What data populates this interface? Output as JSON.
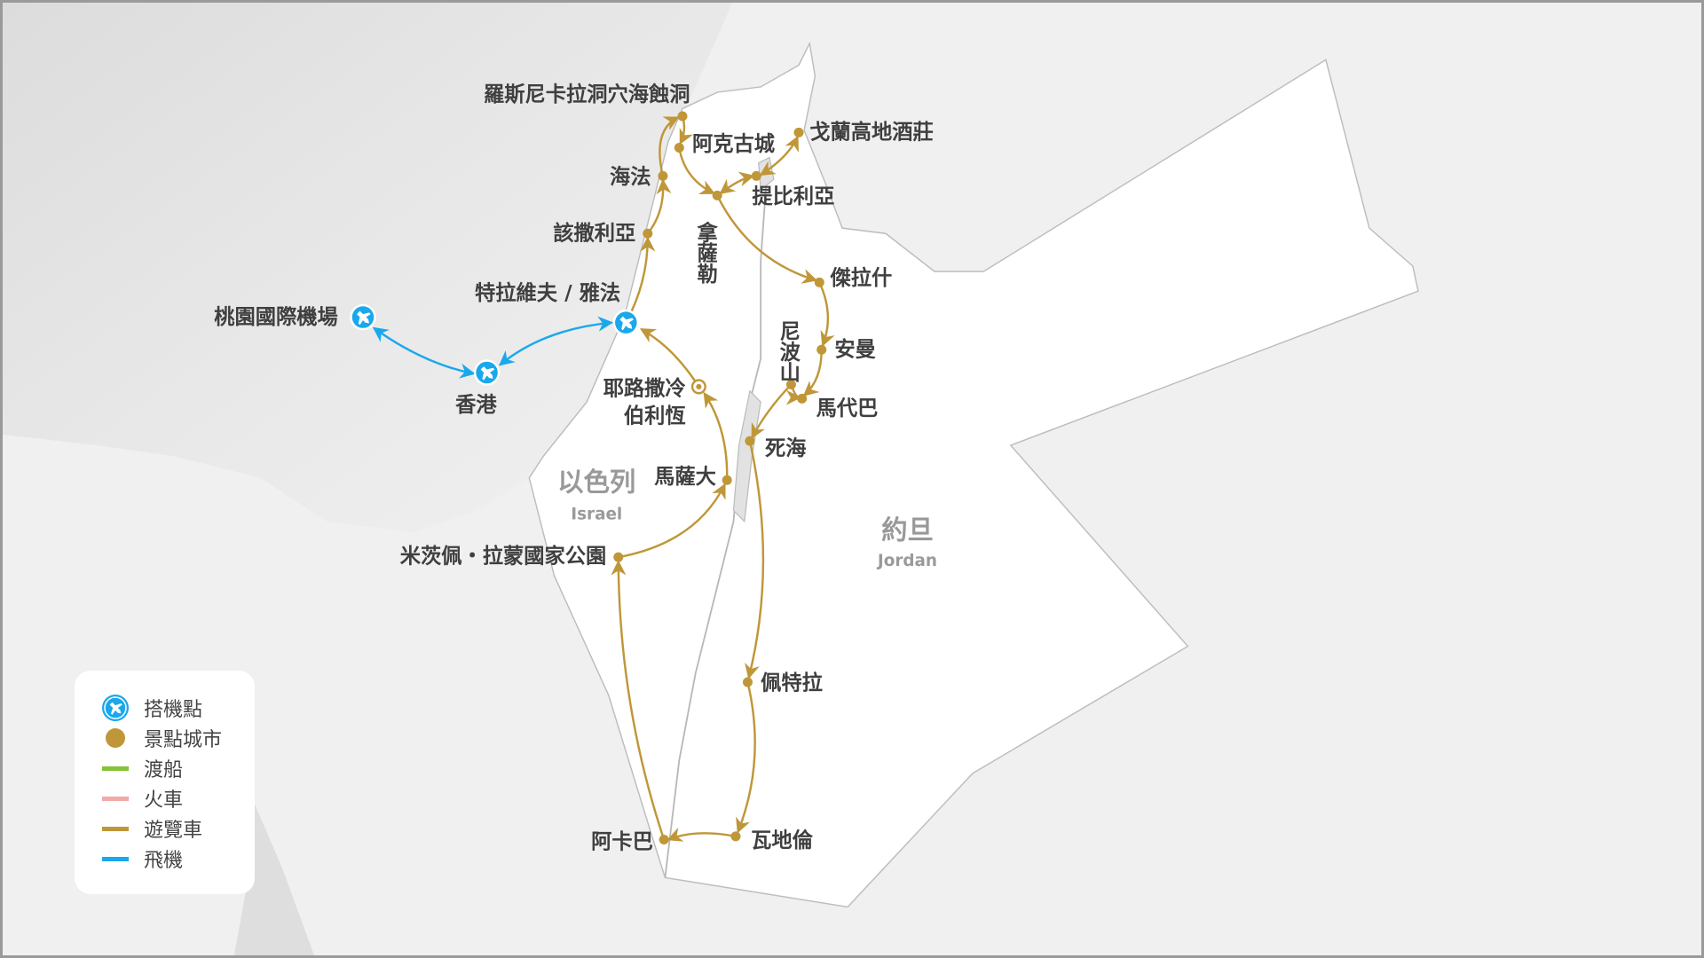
{
  "colors": {
    "route_bus": "#bf9739",
    "route_plane": "#1aa8ec",
    "ferry": "#86c23a",
    "train": "#f2a9a9",
    "land": "#ffffff",
    "sea": "#e6e6e6"
  },
  "places": {
    "taoyuan": "桃園國際機場",
    "hongkong": "香港",
    "telaviv": "特拉維夫 / 雅法",
    "caesarea": "該撒利亞",
    "haifa": "海法",
    "rosh": "羅斯尼卡拉洞穴海蝕洞",
    "acre": "阿克古城",
    "nazareth": "拿薩勒",
    "tiberias": "提比利亞",
    "golan": "戈蘭高地酒莊",
    "jerash": "傑拉什",
    "amman": "安曼",
    "nebo": "尼波山",
    "madaba": "馬代巴",
    "deadsea": "死海",
    "jerusalem_1": "耶路撒冷",
    "jerusalem_2": "伯利恆",
    "masada": "馬薩大",
    "mitzpe": "米茨佩・拉蒙國家公園",
    "petra": "佩特拉",
    "wadirum": "瓦地倫",
    "aqaba": "阿卡巴"
  },
  "countries": {
    "israel_zh": "以色列",
    "israel_en": "Israel",
    "jordan_zh": "約旦",
    "jordan_en": "Jordan"
  },
  "legend": {
    "airport": "搭機點",
    "city": "景點城市",
    "ferry": "渡船",
    "train": "火車",
    "bus": "遊覽車",
    "plane": "飛機"
  }
}
